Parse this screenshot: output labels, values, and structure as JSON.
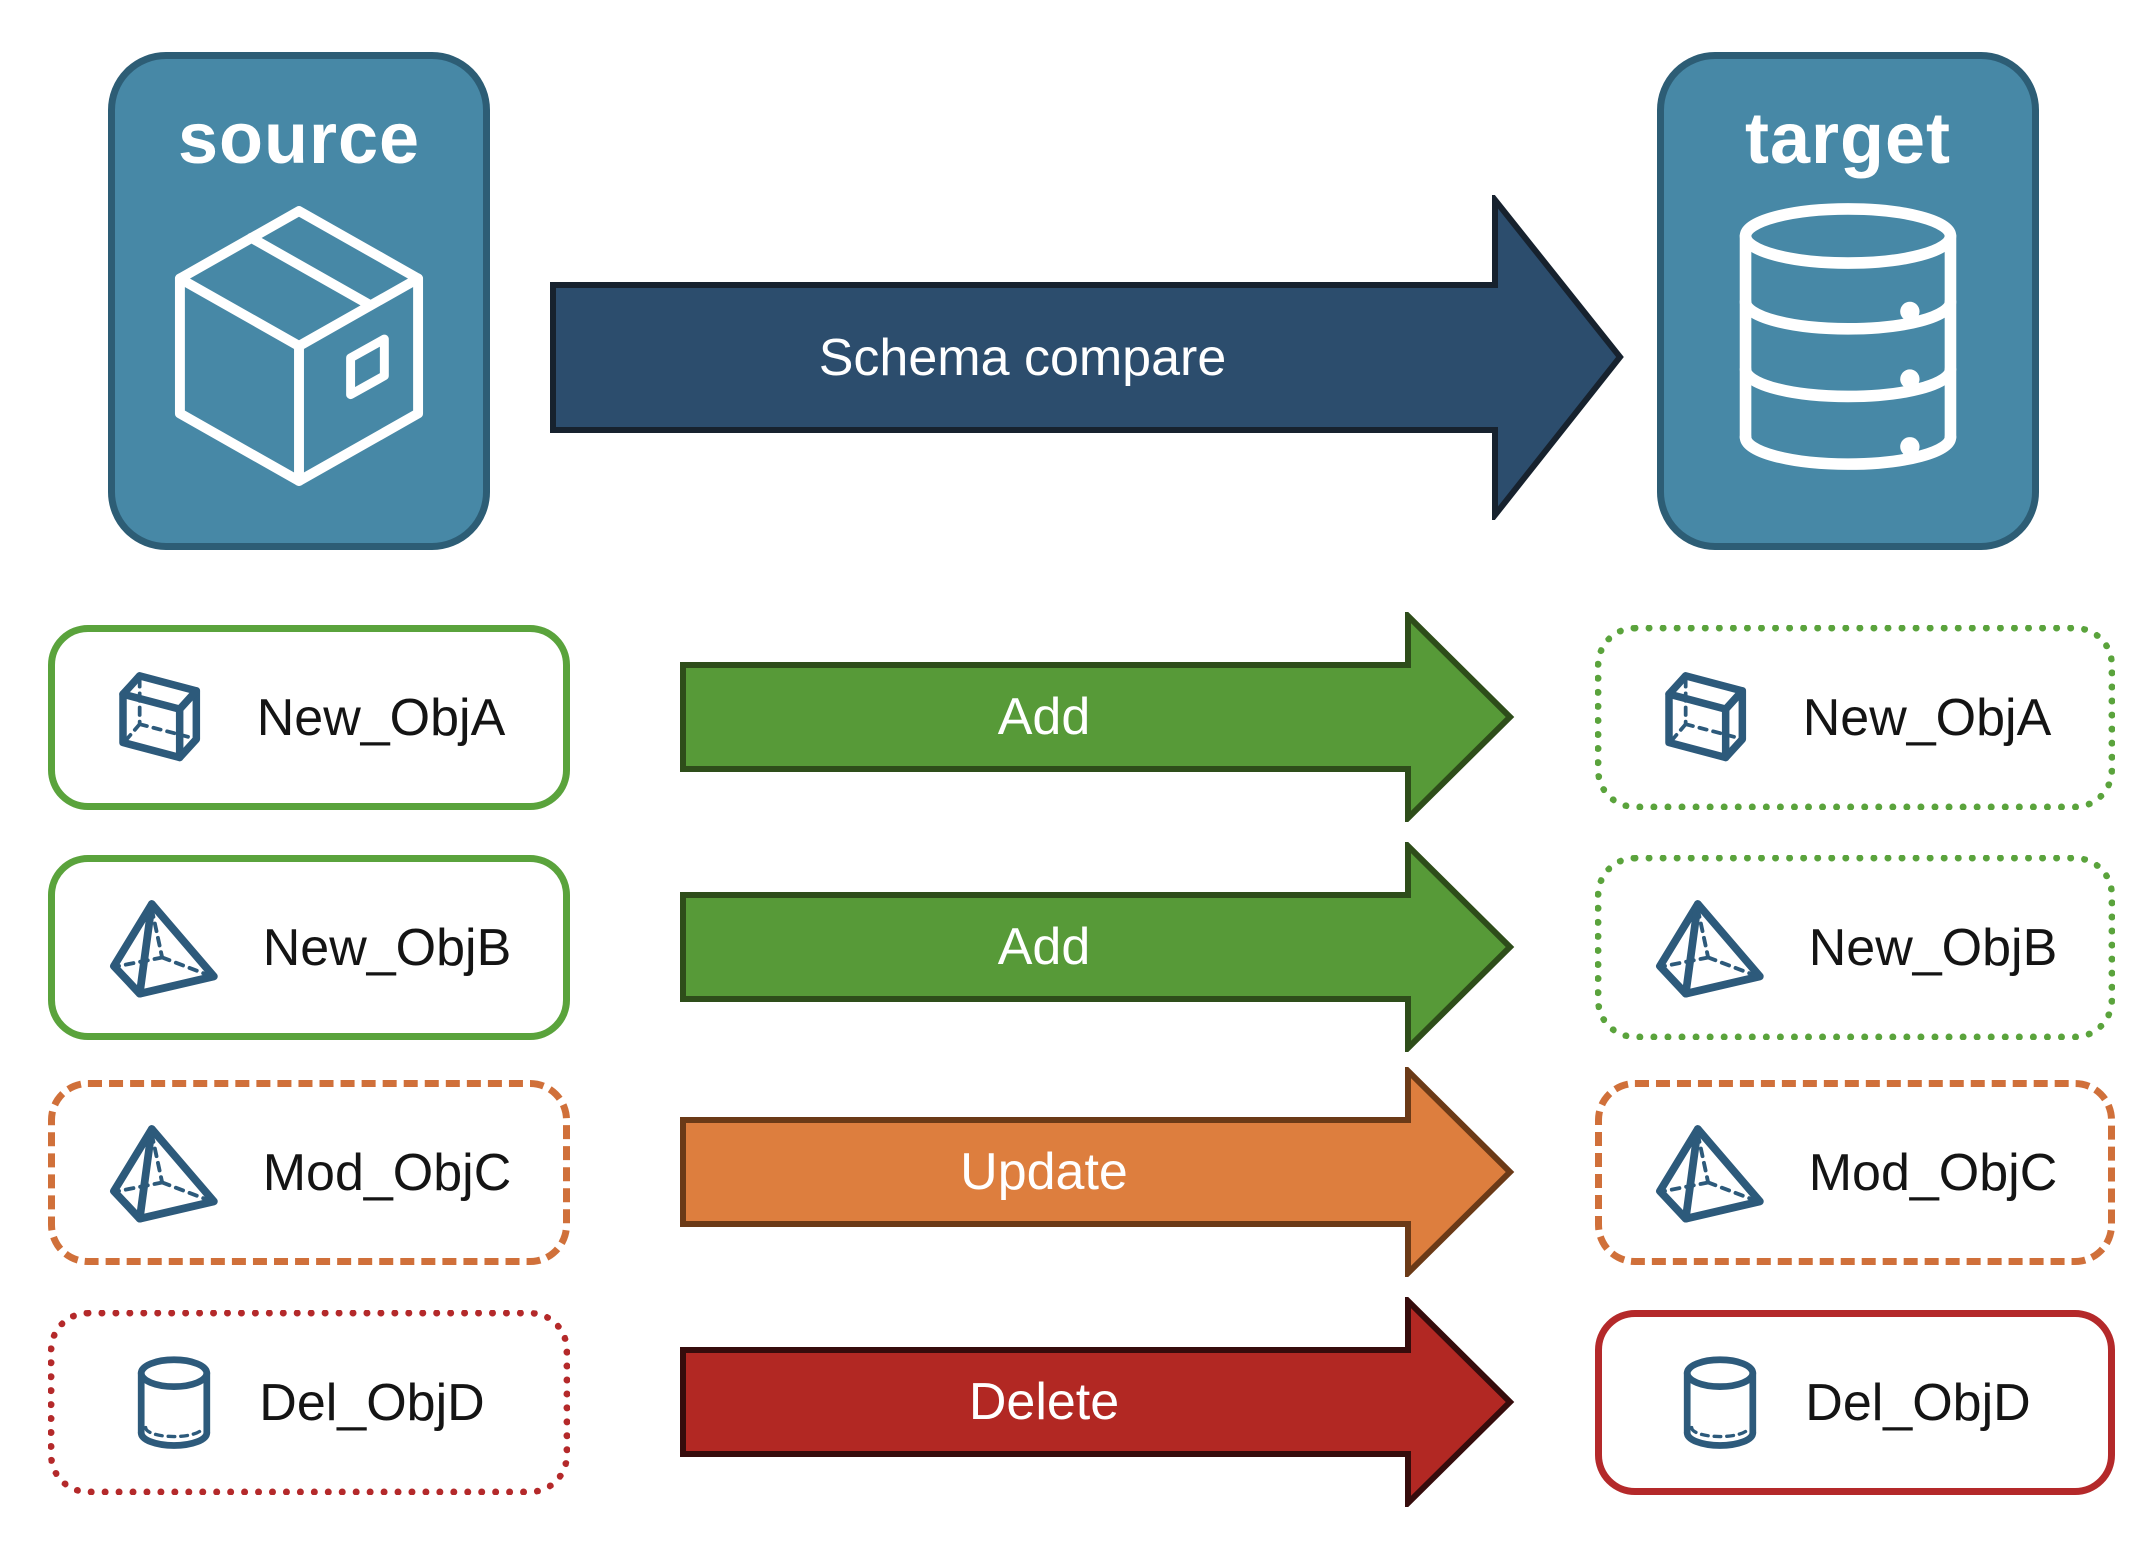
{
  "source_node": {
    "title": "source",
    "icon": "package-icon"
  },
  "target_node": {
    "title": "target",
    "icon": "database-icon"
  },
  "main_arrow": {
    "label": "Schema compare"
  },
  "rows": [
    {
      "left": {
        "label": "New_ObjA",
        "icon": "cube-icon",
        "border_style": "solid-green"
      },
      "arrow": {
        "label": "Add",
        "color": "green"
      },
      "right": {
        "label": "New_ObjA",
        "icon": "cube-icon",
        "border_style": "dotted-green"
      }
    },
    {
      "left": {
        "label": "New_ObjB",
        "icon": "pyramid-icon",
        "border_style": "solid-green"
      },
      "arrow": {
        "label": "Add",
        "color": "green"
      },
      "right": {
        "label": "New_ObjB",
        "icon": "pyramid-icon",
        "border_style": "dotted-green"
      }
    },
    {
      "left": {
        "label": "Mod_ObjC",
        "icon": "pyramid-icon",
        "border_style": "dashed-orange"
      },
      "arrow": {
        "label": "Update",
        "color": "orange"
      },
      "right": {
        "label": "Mod_ObjC",
        "icon": "pyramid-icon",
        "border_style": "dashed-orange"
      }
    },
    {
      "left": {
        "label": "Del_ObjD",
        "icon": "cylinder-icon",
        "border_style": "dotted-red"
      },
      "arrow": {
        "label": "Delete",
        "color": "red"
      },
      "right": {
        "label": "Del_ObjD",
        "icon": "cylinder-icon",
        "border_style": "solid-red"
      }
    }
  ],
  "colors": {
    "node_fill": "#4788a6",
    "node_border": "#2d5d75",
    "navy_arrow_fill": "#2c4d6d",
    "navy_arrow_edge": "#17222e",
    "green_arrow_fill": "#579a38",
    "green_arrow_edge": "#2e4d1a",
    "green_box_border": "#5aa33c",
    "orange_arrow_fill": "#dd7e3e",
    "orange_arrow_edge": "#6b3a17",
    "orange_box_border": "#d0703a",
    "red_arrow_fill": "#b22823",
    "red_arrow_edge": "#360c0c",
    "red_box_border": "#b4292a",
    "object_icon_stroke": "#2d5a7b",
    "label_text": "#141414",
    "arrow_text": "#ffffff",
    "node_text": "#ffffff"
  }
}
